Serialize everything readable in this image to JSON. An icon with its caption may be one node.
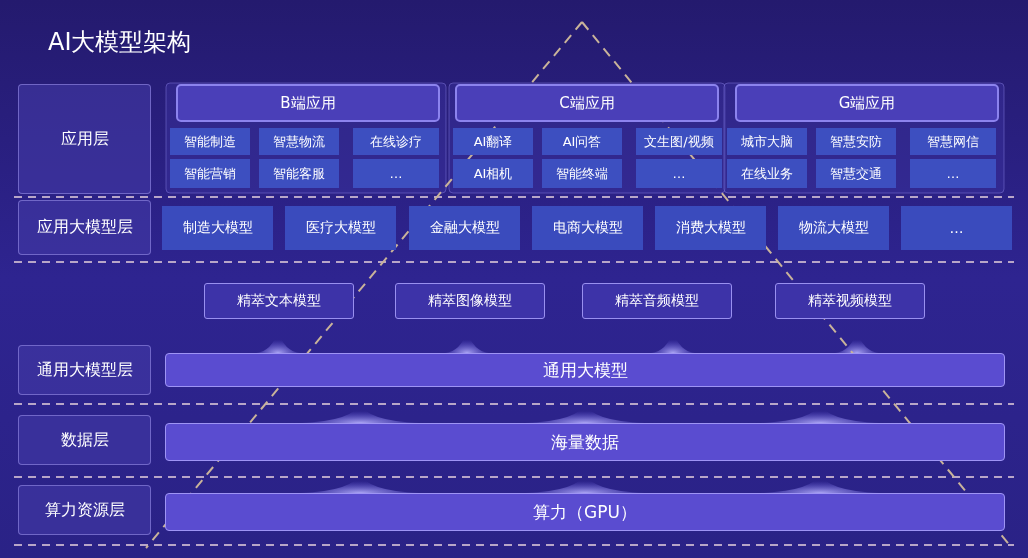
{
  "diagram": {
    "title": "AI大模型架构",
    "nodes": [
      {
        "text": [
          "应用层"
        ]
      },
      {
        "text": [
          "B端应用"
        ]
      },
      {
        "text": [
          "智能制造"
        ]
      },
      {
        "text": [
          "智慧物流"
        ]
      },
      {
        "text": [
          "在线诊疗"
        ]
      },
      {
        "text": [
          "智能营销"
        ]
      },
      {
        "text": [
          "智能客服"
        ]
      },
      {
        "text": [
          "…"
        ]
      },
      {
        "text": [
          "C端应用"
        ]
      },
      {
        "text": [
          "AI翻译"
        ]
      },
      {
        "text": [
          "AI问答"
        ]
      },
      {
        "text": [
          "文生图/视频"
        ]
      },
      {
        "text": [
          "AI相机"
        ]
      },
      {
        "text": [
          "智能终端"
        ]
      },
      {
        "text": [
          "…"
        ]
      },
      {
        "text": [
          "G端应用"
        ]
      },
      {
        "text": [
          "城市大脑"
        ]
      },
      {
        "text": [
          "智慧安防"
        ]
      },
      {
        "text": [
          "智慧网信"
        ]
      },
      {
        "text": [
          "在线业务"
        ]
      },
      {
        "text": [
          "智慧交通"
        ]
      },
      {
        "text": [
          "…"
        ]
      },
      {
        "text": [
          "应用大模型层"
        ]
      },
      {
        "text": [
          "制造大模型"
        ]
      },
      {
        "text": [
          "医疗大模型"
        ]
      },
      {
        "text": [
          "金融大模型"
        ]
      },
      {
        "text": [
          "电商大模型"
        ]
      },
      {
        "text": [
          "消费大模型"
        ]
      },
      {
        "text": [
          "物流大模型"
        ]
      },
      {
        "text": [
          "…"
        ]
      },
      {
        "text": [
          "精萃文本模型"
        ]
      },
      {
        "text": [
          "精萃图像模型"
        ]
      },
      {
        "text": [
          "精萃音频模型"
        ]
      },
      {
        "text": [
          "精萃视频模型"
        ]
      },
      {
        "text": [
          "通用大模型层"
        ]
      },
      {
        "text": [
          "通用大模型"
        ]
      },
      {
        "text": [
          "数据层"
        ]
      },
      {
        "text": [
          "海量数据"
        ]
      },
      {
        "text": [
          "算力资源层"
        ]
      },
      {
        "text": [
          "算力（GPU）"
        ]
      }
    ],
    "edges": []
  }
}
